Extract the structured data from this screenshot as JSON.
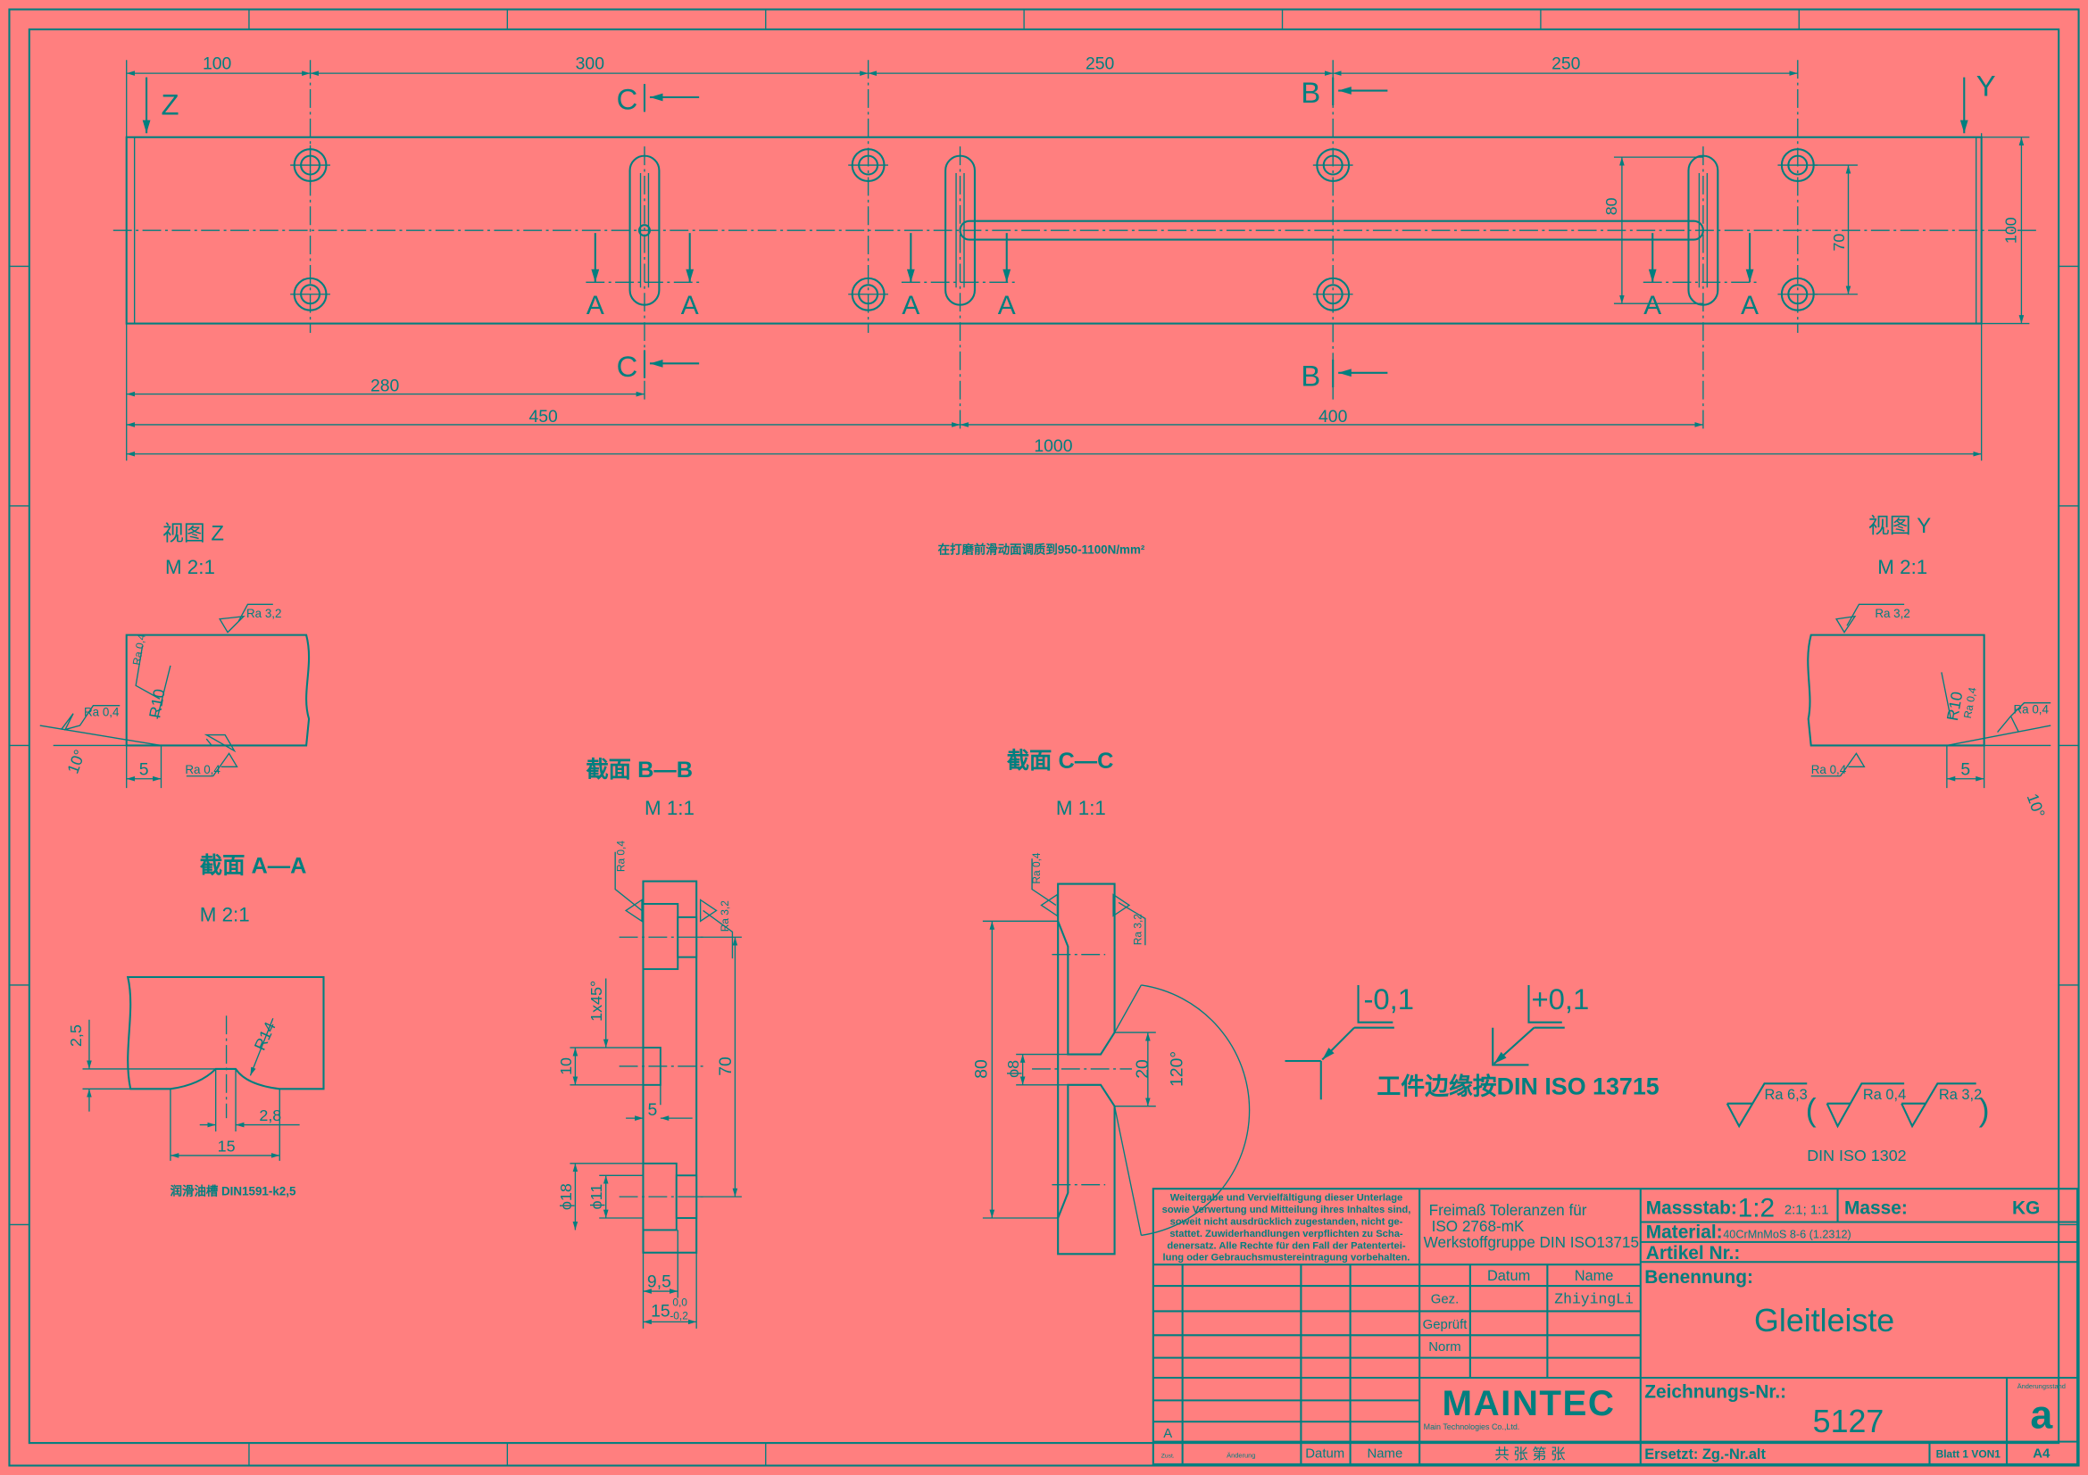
{
  "colors": {
    "paper": "#FF7F7F",
    "ink": "#007F7F"
  },
  "main_view": {
    "dims_top": [
      "100",
      "300",
      "250",
      "250"
    ],
    "dims_bottom": {
      "d280": "280",
      "d450": "450",
      "d400": "400",
      "d1000": "1000"
    },
    "dims_right": {
      "d80": "80",
      "d70": "70",
      "d100": "100"
    },
    "view_arrows": {
      "z": "Z",
      "y": "Y"
    },
    "section_letters": {
      "c": "C",
      "b": "B",
      "a": "A"
    }
  },
  "note_center": "在打磨前滑动面调质到950-1100N/mm²",
  "view_z": {
    "title": "视图 Z",
    "scale": "M 2:1",
    "ra_top": "Ra 3,2",
    "ra_chamfer": "Ra 0,4",
    "ra_left": "Ra 0,4",
    "ra_bottom": "Ra 0,4",
    "radius": "R10",
    "angle": "10°",
    "width": "5"
  },
  "view_y": {
    "title": "视图 Y",
    "scale": "M 2:1",
    "ra_top": "Ra 3,2",
    "ra_chamfer": "Ra 0,4",
    "ra_right": "Ra 0,4",
    "ra_bottom": "Ra 0,4",
    "radius": "R10",
    "angle": "10°",
    "width": "5"
  },
  "section_aa": {
    "title": "截面 A—A",
    "scale": "M 2:1",
    "depth": "2,5",
    "radius": "R14",
    "flat": "2,8",
    "width": "15",
    "note": "润滑油槽 DIN1591-k2,5"
  },
  "section_bb": {
    "title": "截面 B—B",
    "scale": "M 1:1",
    "ra_left": "Ra 0,4",
    "ra_right": "Ra 3,2",
    "chamfer": "1x45°",
    "groove": "10",
    "depth5": "5",
    "pitch": "70",
    "cbore": "ϕ18",
    "hole": "ϕ11",
    "d95": "9,5",
    "thick": "15",
    "tol_upper": "0,0",
    "tol_lower": "-0,2"
  },
  "section_cc": {
    "title": "截面 C—C",
    "scale": "M 1:1",
    "ra_left": "Ra 0,4",
    "ra_right": "Ra 3,2",
    "length": "80",
    "hole": "ϕ8",
    "csink": "20",
    "angle": "120°"
  },
  "edge_symbols": {
    "minus": "-0,1",
    "plus": "+0,1",
    "note": "工件边缘按DIN ISO 13715"
  },
  "roughness_legend": {
    "main": "Ra 6,3",
    "paren_open": "(",
    "r1": "Ra 0,4",
    "r2": "Ra 3,2",
    "paren_close": ")",
    "standard": "DIN ISO  1302"
  },
  "title_block": {
    "notice": [
      "Weitergabe und Vervielfältigung dieser Unterlage",
      "sowie Verwertung und Mitteilung ihres Inhaltes sind,",
      "soweit nicht ausdrücklich zugestanden, nicht ge-",
      "stattet. Zuwiderhandlungen verpflichten zu Scha-",
      "denersatz. Alle Rechte für den Fall der Patentertei-",
      "lung oder Gebrauchsmustereintragung vorbehalten."
    ],
    "tolerance": [
      "Freimaß Toleranzen für",
      "ISO 2768-mK",
      "Werkstoffgruppe DIN ISO13715"
    ],
    "datum_header": "Datum",
    "name_header": "Name",
    "gez": "Gez.",
    "gez_name": "ZhiyingLi",
    "geprueft": "Geprüft",
    "norm": "Norm",
    "company_logo": "MAINTEC",
    "company_name": "Main Technologies Co.,Ltd.",
    "rev_letter": "A",
    "zust": "Zust.",
    "aenderung": "Änderung",
    "datum_footer": "Datum",
    "name_footer": "Name",
    "sheets_cn": "共  张  第  张",
    "massstab_label": "Massstab:",
    "massstab_value": "1:2",
    "massstab_alt": "2:1; 1:1",
    "masse_label": "Masse:",
    "masse_unit": "KG",
    "material_label": "Material:",
    "material_value": "40CrMnMoS 8-6  (1.2312)",
    "artikel_label": "Artikel Nr.:",
    "benennung_label": "Benennung:",
    "benennung_value": "Gleitleiste",
    "zeichnungs_label": "Zeichnungs-Nr.:",
    "zeichnungs_value": "5127",
    "aenderungsstand_label": "Änderungsstand",
    "aenderungsstand_value": "a",
    "ersetzt": "Ersetzt: Zg.-Nr.alt",
    "blatt": "Blatt 1 VON1",
    "format": "A4"
  }
}
